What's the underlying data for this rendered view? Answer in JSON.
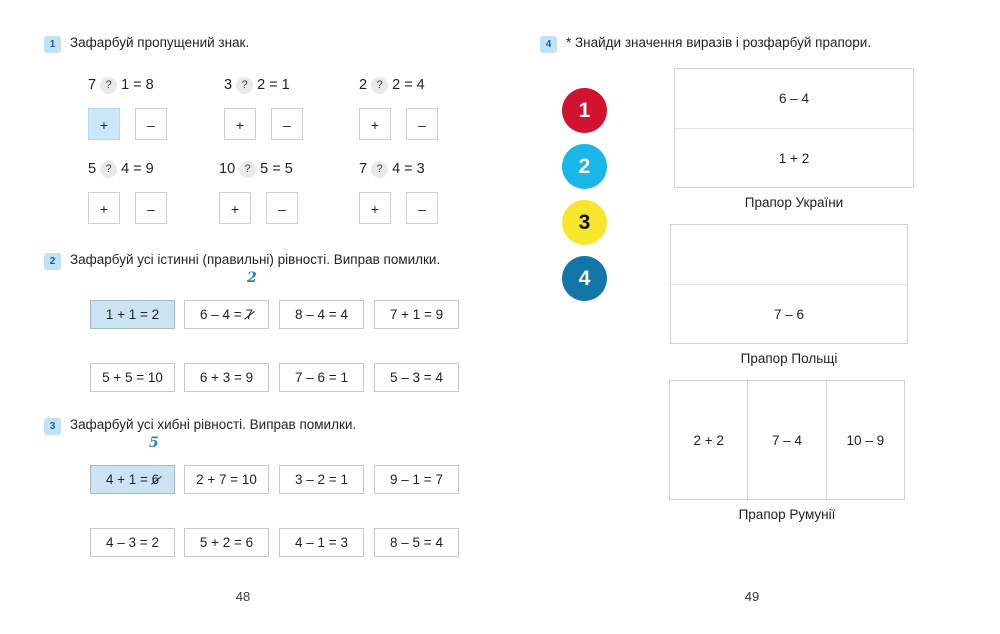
{
  "page": {
    "left_number": "48",
    "right_number": "49"
  },
  "colors": {
    "badge_bg": "#bfe3f5",
    "badge_text": "#1f5f86",
    "selected_fill": "#cbe4f4",
    "correction_ink": "#1f87bf",
    "circle_red": "#d2122e",
    "circle_cyan": "#18b7e8",
    "circle_yellow": "#f7e62e",
    "circle_blue": "#1277a8"
  },
  "exercise1": {
    "number": "1",
    "title": "Зафарбуй пропущений знак.",
    "plus_label": "+",
    "minus_label": "–",
    "question_mark": "?",
    "rows": [
      [
        {
          "left": "7",
          "right": "1",
          "equals": "= 8",
          "selected": "plus"
        },
        {
          "left": "3",
          "right": "2",
          "equals": "= 1",
          "selected": "none"
        },
        {
          "left": "2",
          "right": "2",
          "equals": "= 4",
          "selected": "none"
        }
      ],
      [
        {
          "left": "5",
          "right": "4",
          "equals": "= 9",
          "selected": "none"
        },
        {
          "left": "10",
          "right": "5",
          "equals": "= 5",
          "selected": "none"
        },
        {
          "left": "7",
          "right": "4",
          "equals": "= 3",
          "selected": "none"
        }
      ]
    ]
  },
  "exercise2": {
    "number": "2",
    "title": "Зафарбуй усі істинні (правильні) рівності. Виправ помилки.",
    "rows": [
      [
        {
          "text": "1 + 1 = 2",
          "selected": true
        },
        {
          "prefix": "6 – 4 = ",
          "struck": "7",
          "correction": "2",
          "selected": false
        },
        {
          "text": "8 – 4 = 4",
          "selected": false
        },
        {
          "text": "7 + 1 = 9",
          "selected": false
        }
      ],
      [
        {
          "text": "5 + 5 = 10",
          "selected": false
        },
        {
          "text": "6 + 3 = 9",
          "selected": false
        },
        {
          "text": "7 – 6 = 1",
          "selected": false
        },
        {
          "text": "5 – 3 = 4",
          "selected": false
        }
      ]
    ]
  },
  "exercise3": {
    "number": "3",
    "title": "Зафарбуй усі хибні рівності. Виправ помилки.",
    "rows": [
      [
        {
          "prefix": "4 + 1 = ",
          "struck": "6",
          "correction": "5",
          "selected": true
        },
        {
          "text": "2 + 7 = 10",
          "selected": false
        },
        {
          "text": "3 – 2 = 1",
          "selected": false
        },
        {
          "text": "9 – 1 = 7",
          "selected": false
        }
      ],
      [
        {
          "text": "4 – 3 = 2",
          "selected": false
        },
        {
          "text": "5 + 2 = 6",
          "selected": false
        },
        {
          "text": "4 – 1 = 3",
          "selected": false
        },
        {
          "text": "8 – 5 = 4",
          "selected": false
        }
      ]
    ]
  },
  "exercise4": {
    "number": "4",
    "title": "* Знайди значення виразів і розфарбуй прапори.",
    "legend": [
      {
        "label": "1",
        "color": "#d2122e",
        "text_color": "#ffffff"
      },
      {
        "label": "2",
        "color": "#18b7e8",
        "text_color": "#ffffff"
      },
      {
        "label": "3",
        "color": "#f7e62e",
        "text_color": "#111111"
      },
      {
        "label": "4",
        "color": "#1277a8",
        "text_color": "#ffffff"
      }
    ],
    "flags": [
      {
        "caption": "Прапор України",
        "orientation": "horizontal",
        "bands": [
          "6 – 4",
          "1 + 2"
        ]
      },
      {
        "caption": "Прапор Польщі",
        "orientation": "horizontal",
        "bands": [
          "",
          "7 – 6"
        ]
      },
      {
        "caption": "Прапор Румунії",
        "orientation": "vertical",
        "bands": [
          "2 + 2",
          "7 – 4",
          "10 – 9"
        ]
      }
    ]
  }
}
